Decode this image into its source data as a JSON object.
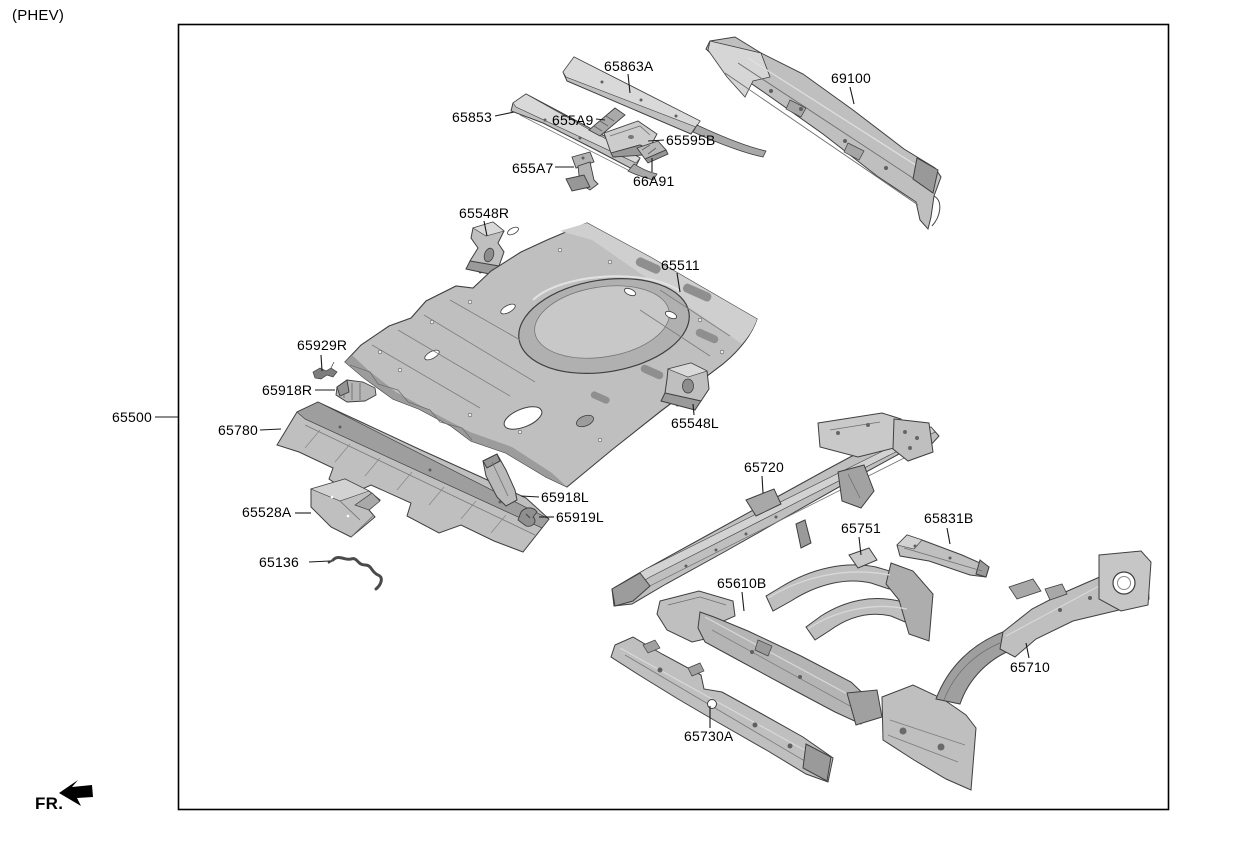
{
  "page": {
    "variant": "(PHEV)",
    "front_marker": "FR."
  },
  "palette": {
    "background": "#ffffff",
    "frame": "#000000",
    "label_text": "#000000",
    "part_base": "#bfbfbf",
    "part_light": "#d9d9d9",
    "part_mid": "#a5a5a5",
    "part_dark": "#8a8a8a",
    "part_outline": "#3f3f3f",
    "leader_line": "#1a1a1a"
  },
  "diagram": {
    "assembly_label": "65500",
    "labels": {
      "65863A": "65863A",
      "69100": "69100",
      "65853": "65853",
      "655A9": "655A9",
      "65595B": "65595B",
      "655A7": "655A7",
      "66A91": "66A91",
      "65548R": "65548R",
      "65511": "65511",
      "65929R": "65929R",
      "65918R": "65918R",
      "65500": "65500",
      "65780": "65780",
      "65528A": "65528A",
      "65136": "65136",
      "65918L": "65918L",
      "65919L": "65919L",
      "65548L": "65548L",
      "65720": "65720",
      "65751": "65751",
      "65831B": "65831B",
      "65610B": "65610B",
      "65730A": "65730A",
      "65710": "65710"
    }
  }
}
